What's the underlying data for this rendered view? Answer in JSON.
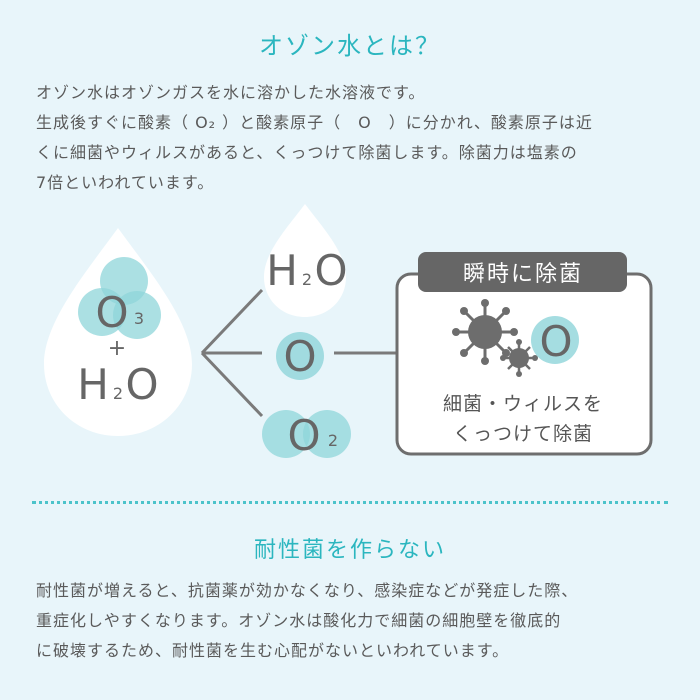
{
  "section1": {
    "title": "オゾン水とは？",
    "paragraph_lines": [
      "オゾン水はオゾンガスを水に溶かした水溶液です。",
      "生成後すぐに酸素（ O₂ ）と酸素原子（　O　）に分かれ、酸素原子は近",
      "くに細菌やウィルスがあると、くっつけて除菌します。除菌力は塩素の",
      "7倍といわれています。"
    ]
  },
  "diagram": {
    "left_drop": {
      "o_label": "O",
      "o_sub": "3",
      "plus": "+",
      "h_label": "H",
      "h_sub": "2",
      "h_tail": "O"
    },
    "branches": {
      "water": {
        "h_label": "H",
        "h_sub": "2",
        "h_tail": "O"
      },
      "oxygen_atom": {
        "label": "O"
      },
      "oxygen_molecule": {
        "label": "O",
        "sub": "2"
      }
    },
    "box": {
      "badge": "瞬時に除菌",
      "atom_label": "O",
      "caption_line1": "細菌・ウィルスを",
      "caption_line2": "くっつけて除菌"
    },
    "icons": [
      "water-drop-icon",
      "virus-icon",
      "oxygen-molecule-icon"
    ],
    "colors": {
      "accent": "#2bb6bf",
      "bubble": "#8fd5da",
      "drop": "#ffffff",
      "line": "#7a7a7a",
      "badge": "#666666",
      "virus": "#6d6d6d"
    }
  },
  "section2": {
    "title": "耐性菌を作らない",
    "paragraph_lines": [
      "耐性菌が増えると、抗菌薬が効かなくなり、感染症などが発症した際、",
      "重症化しやすくなります。オゾン水は酸化力で細菌の細胞壁を徹底的",
      "に破壊するため、耐性菌を生む心配がないといわれています。"
    ]
  }
}
